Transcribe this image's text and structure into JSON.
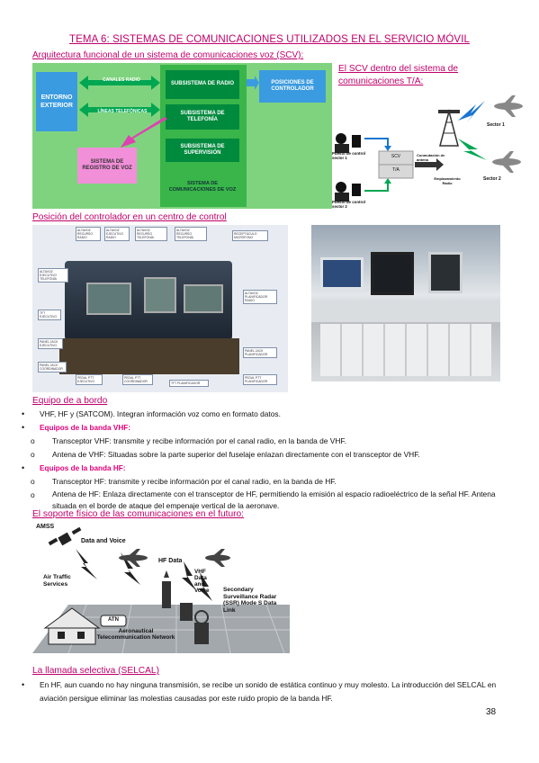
{
  "title": "TEMA 6: SISTEMAS DE COMUNICACIONES UTILIZADOS EN EL SERVICIO MÓVIL",
  "section1": {
    "heading": "Arquitectura funcional de un sistema de comunicaciones voz (SCV):",
    "diagram": {
      "entorno": "ENTORNO EXTERIOR",
      "canales": "CANALES RADIO",
      "lineas": "LÍNEAS TELEFÓNICAS",
      "sub_radio": "SUBSISTEMA DE RADIO",
      "sub_tel": "SUBSISTEMA DE TELEFONÍA",
      "sub_sup": "SUBSISTEMA DE SUPERVISIÓN",
      "posiciones": "POSICIONES DE CONTROLADOR",
      "registro": "SISTEMA DE REGISTRO DE VOZ",
      "scv": "SISTEMA DE COMUNICACIONES DE VOZ"
    }
  },
  "section1b": {
    "heading": "El SCV dentro del sistema de comunicaciones T/A:",
    "diagram": {
      "puesto1": "Puesto de control sector 1",
      "puesto2": "Puesto de control sector 2",
      "scv": "SCV",
      "ta": "T/A",
      "conmutacion": "Conmutación de antena",
      "emplazamiento": "Emplazamiento Radio",
      "sector1": "Sector 1",
      "sector2": "Sector 2"
    }
  },
  "section2": {
    "heading": "Posición del controlador en un centro de control",
    "labels": [
      "ALTAVOZ RECURSO RADIO",
      "ALTAVOZ EJECUTIVO RADIO",
      "ALTAVOZ RECURSO TELEFONÍA",
      "ALTAVOZ RECURSO TELEFONÍA",
      "RECEPTÁCULO MICRÓFONO",
      "ALTAVOZ EJECUTIVO TELEFONÍA",
      "TFT EJECUTIVO",
      "PANEL JACK EJECUTIVO",
      "PANEL JACK COORDINADOR",
      "PEDAL PTT EJECUTIVO",
      "PEDAL PTT COORDINADOR",
      "TFT PLANIFICADOR",
      "PEDAL PTT PLANIFICADOR",
      "PANEL JACK PLANIFICADOR",
      "ALTAVOZ PLANIFICADOR RADIO"
    ]
  },
  "section3": {
    "heading": "Equipo de a bordo",
    "items": [
      {
        "type": "bullet",
        "text": "VHF, HF y (SATCOM). Integran información voz como en formato datos."
      },
      {
        "type": "bullet-pink",
        "text": "Equipos de la banda VHF:"
      },
      {
        "type": "sub",
        "text": "Transceptor VHF: transmite y recibe información por el canal radio, en la banda de VHF."
      },
      {
        "type": "sub",
        "text": "Antena de VHF: Situadas sobre la parte superior del fuselaje enlazan directamente con el transceptor de VHF."
      },
      {
        "type": "bullet-pink",
        "text": "Equipos de la banda HF:"
      },
      {
        "type": "sub",
        "text": "Transceptor HF: transmite y recibe información por el canal radio, en la banda de HF."
      },
      {
        "type": "sub",
        "text": "Antena de HF: Enlaza directamente con el transceptor de HF, permitiendo la emisión al espacio radioeléctrico de la señal HF. Antena situada en el borde de ataque del empenaje vertical de la aeronave."
      }
    ]
  },
  "section4": {
    "heading": "El soporte físico de las comunicaciones en el futuro:",
    "labels": {
      "amss": "AMSS",
      "data_voice": "Data and Voice",
      "hf_data": "HF Data",
      "vhf": "VHF Data and Voice",
      "atc": "Air Traffic Services",
      "ssr": "Secondary Surveillance Radar (SSR) Mode S Data Link",
      "atn_badge": "ATN",
      "atn": "Aeronautical Telecommunication Network"
    }
  },
  "section5": {
    "heading": "La llamada selectiva (SELCAL)",
    "text": "En HF, aun cuando no hay ninguna transmisión, se recibe un sonido de estática continuo y muy molesto. La introducción del SELCAL en aviación persigue eliminar las molestias causadas por este ruido propio de la banda HF."
  },
  "page_number": "38",
  "colors": {
    "heading": "#c0006a",
    "pink": "#e0007a",
    "green": "#00a651",
    "light_green": "#7fd37f",
    "blue": "#3b9be0"
  }
}
